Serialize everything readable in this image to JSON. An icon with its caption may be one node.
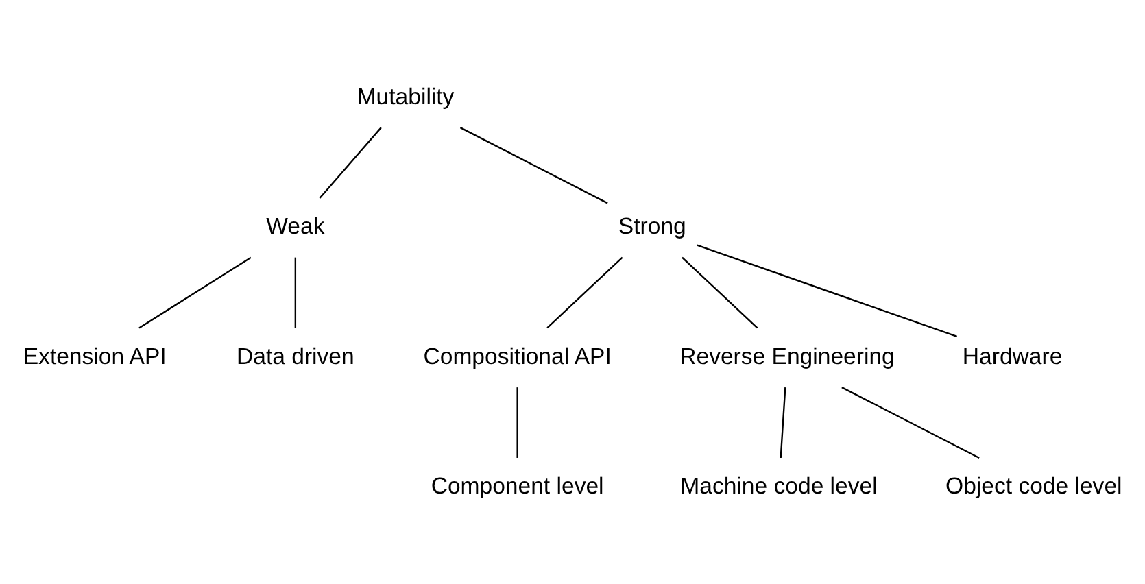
{
  "diagram": {
    "nodes": [
      {
        "text": [
          "Mutability"
        ]
      },
      {
        "text": [
          "Weak"
        ]
      },
      {
        "text": [
          "Strong"
        ]
      },
      {
        "text": [
          "Extension API"
        ]
      },
      {
        "text": [
          "Data driven"
        ]
      },
      {
        "text": [
          "Compositional API"
        ]
      },
      {
        "text": [
          "Reverse Engineering"
        ]
      },
      {
        "text": [
          "Hardware"
        ]
      },
      {
        "text": [
          "Component level"
        ]
      },
      {
        "text": [
          "Machine code level"
        ]
      },
      {
        "text": [
          "Object code level"
        ]
      }
    ],
    "edges": [
      {
        "from": 0,
        "to": 1,
        "arrow": "none"
      },
      {
        "from": 0,
        "to": 2,
        "arrow": "none"
      },
      {
        "from": 1,
        "to": 3,
        "arrow": "none"
      },
      {
        "from": 1,
        "to": 4,
        "arrow": "none"
      },
      {
        "from": 2,
        "to": 5,
        "arrow": "none"
      },
      {
        "from": 2,
        "to": 6,
        "arrow": "none"
      },
      {
        "from": 2,
        "to": 7,
        "arrow": "none"
      },
      {
        "from": 5,
        "to": 8,
        "arrow": "none"
      },
      {
        "from": 6,
        "to": 9,
        "arrow": "none"
      },
      {
        "from": 6,
        "to": 10,
        "arrow": "none"
      }
    ]
  }
}
